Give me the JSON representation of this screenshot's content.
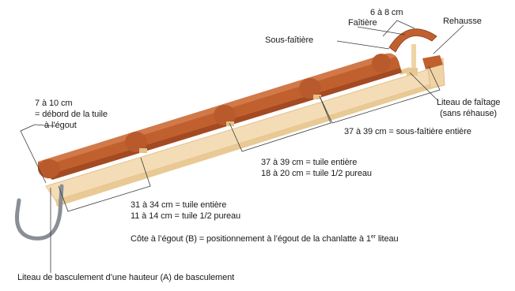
{
  "diagram": {
    "labels": {
      "faitiere": "Faîtière",
      "ridge_gap": "6 à 8 cm",
      "rehausse": "Rehausse",
      "sous_faitiere": "Sous-faîtière",
      "liteau_faitage_line1": "Liteau de faîtage",
      "liteau_faitage_line2": "(sans réhause)",
      "sous_faitiere_length": "37 à 39 cm = sous-faîtière entière",
      "debord_line1": "7 à 10 cm",
      "debord_line2": "= débord de la tuile",
      "debord_line3": "à l’égout",
      "middle_line1": "37 à 39 cm = tuile entière",
      "middle_line2": "18 à 20 cm = tuile 1/2 pureau",
      "lower_line1": "31 à 34 cm = tuile entière",
      "lower_line2": "11 à 14 cm = tuile 1/2 pureau",
      "cote_prefix": "Côte à l’égout (B) = positionnement à l’égout de la chanlatte à 1",
      "cote_superscript": "er",
      "cote_suffix": " liteau",
      "liteau_basculement": "Liteau de basculement d’une hauteur (A) de basculement"
    },
    "colors": {
      "tile": "#c1602f",
      "tile_shadow": "#a34a22",
      "tile_highlight": "#d98456",
      "batten_board": "#f4ddb6",
      "batten_board_edge": "#e2c28e",
      "hook": "#8a8f96",
      "line": "#3a3a3a"
    }
  }
}
